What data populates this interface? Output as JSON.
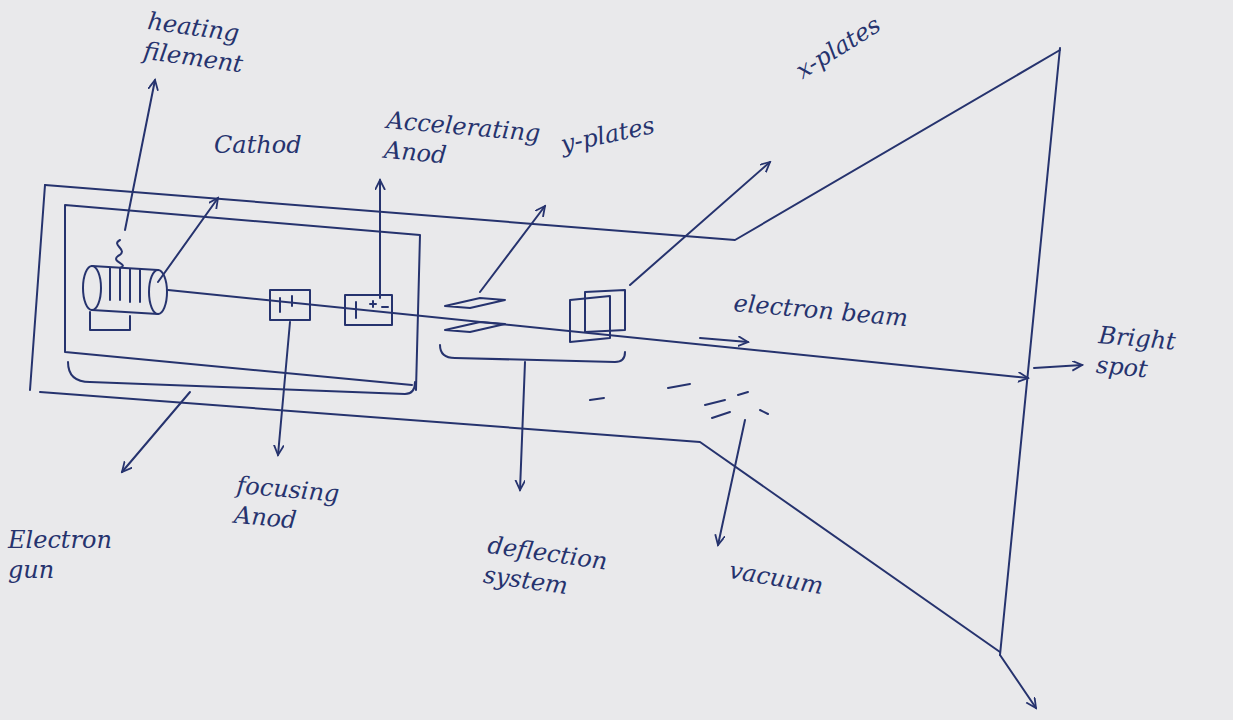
{
  "diagram": {
    "labels": [
      "heating filement",
      "Cathod",
      "Accelerating Anod",
      "y-plates",
      "x-plates",
      "electron beam",
      "Bright spot",
      "Electron gun",
      "focusing Anod",
      "deflection system",
      "vacuum"
    ]
  }
}
